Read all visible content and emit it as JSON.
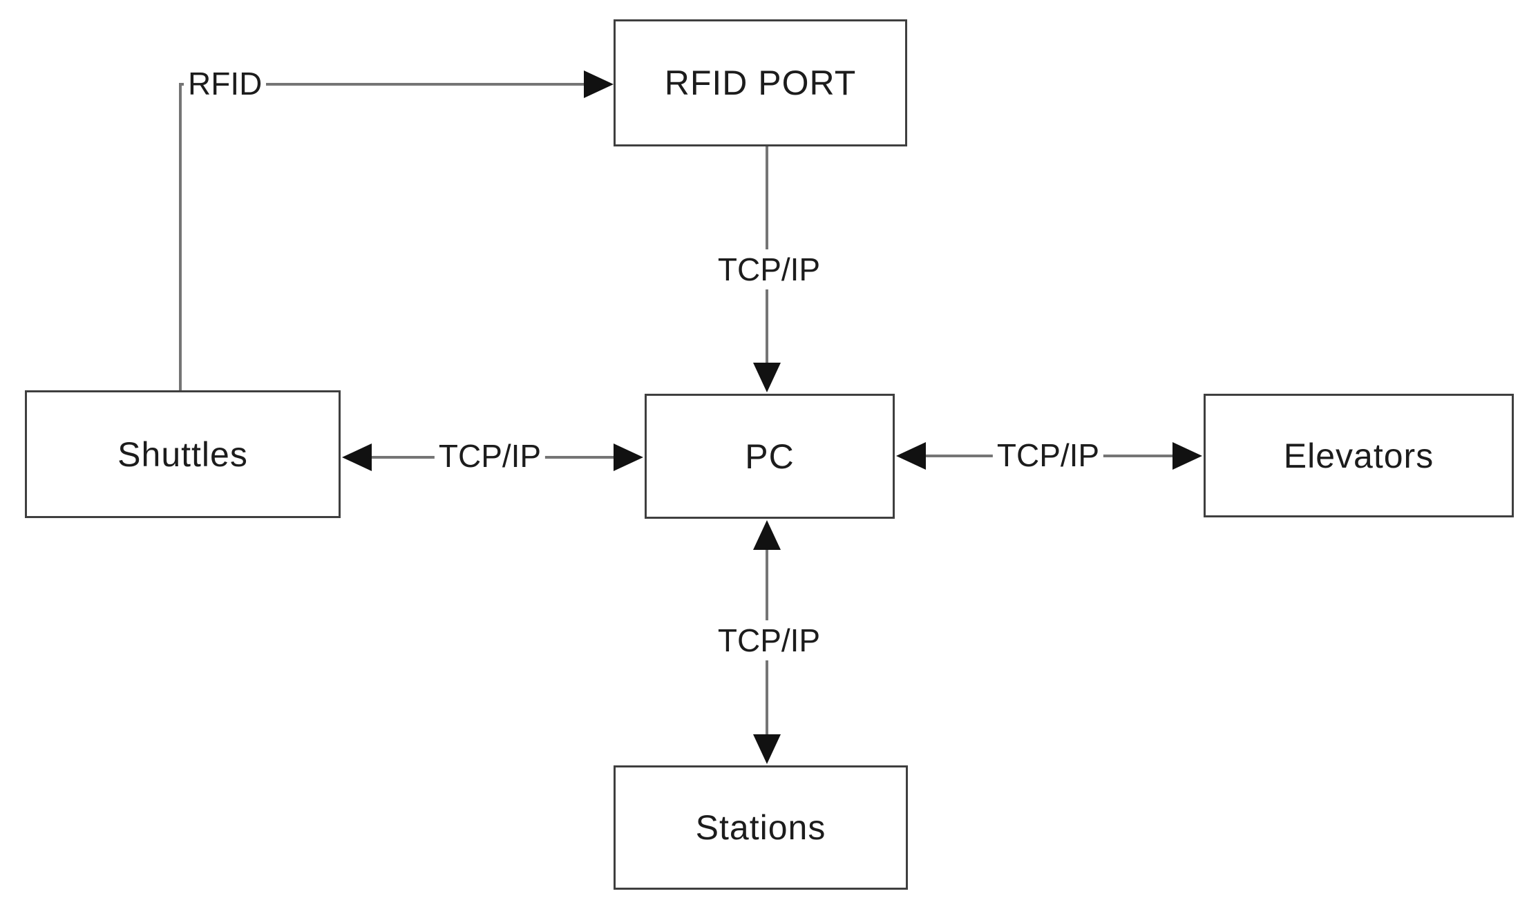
{
  "diagram": {
    "nodes": [
      {
        "id": "rfid-port",
        "label": "RFID PORT"
      },
      {
        "id": "shuttles",
        "label": "Shuttles"
      },
      {
        "id": "pc",
        "label": "PC"
      },
      {
        "id": "elevators",
        "label": "Elevators"
      },
      {
        "id": "stations",
        "label": "Stations"
      }
    ],
    "edges": [
      {
        "from": "shuttles",
        "to": "rfid-port",
        "label": "RFID",
        "direction": "one-way"
      },
      {
        "from": "rfid-port",
        "to": "pc",
        "label": "TCP/IP",
        "direction": "one-way"
      },
      {
        "from": "shuttles",
        "to": "pc",
        "label": "TCP/IP",
        "direction": "two-way"
      },
      {
        "from": "pc",
        "to": "elevators",
        "label": "TCP/IP",
        "direction": "two-way"
      },
      {
        "from": "pc",
        "to": "stations",
        "label": "TCP/IP",
        "direction": "two-way"
      }
    ],
    "colors": {
      "background": "#ffffff",
      "box_border": "#3f3f3f",
      "line": "#757575",
      "arrowhead": "#111111",
      "text": "#1c1c1c"
    }
  }
}
